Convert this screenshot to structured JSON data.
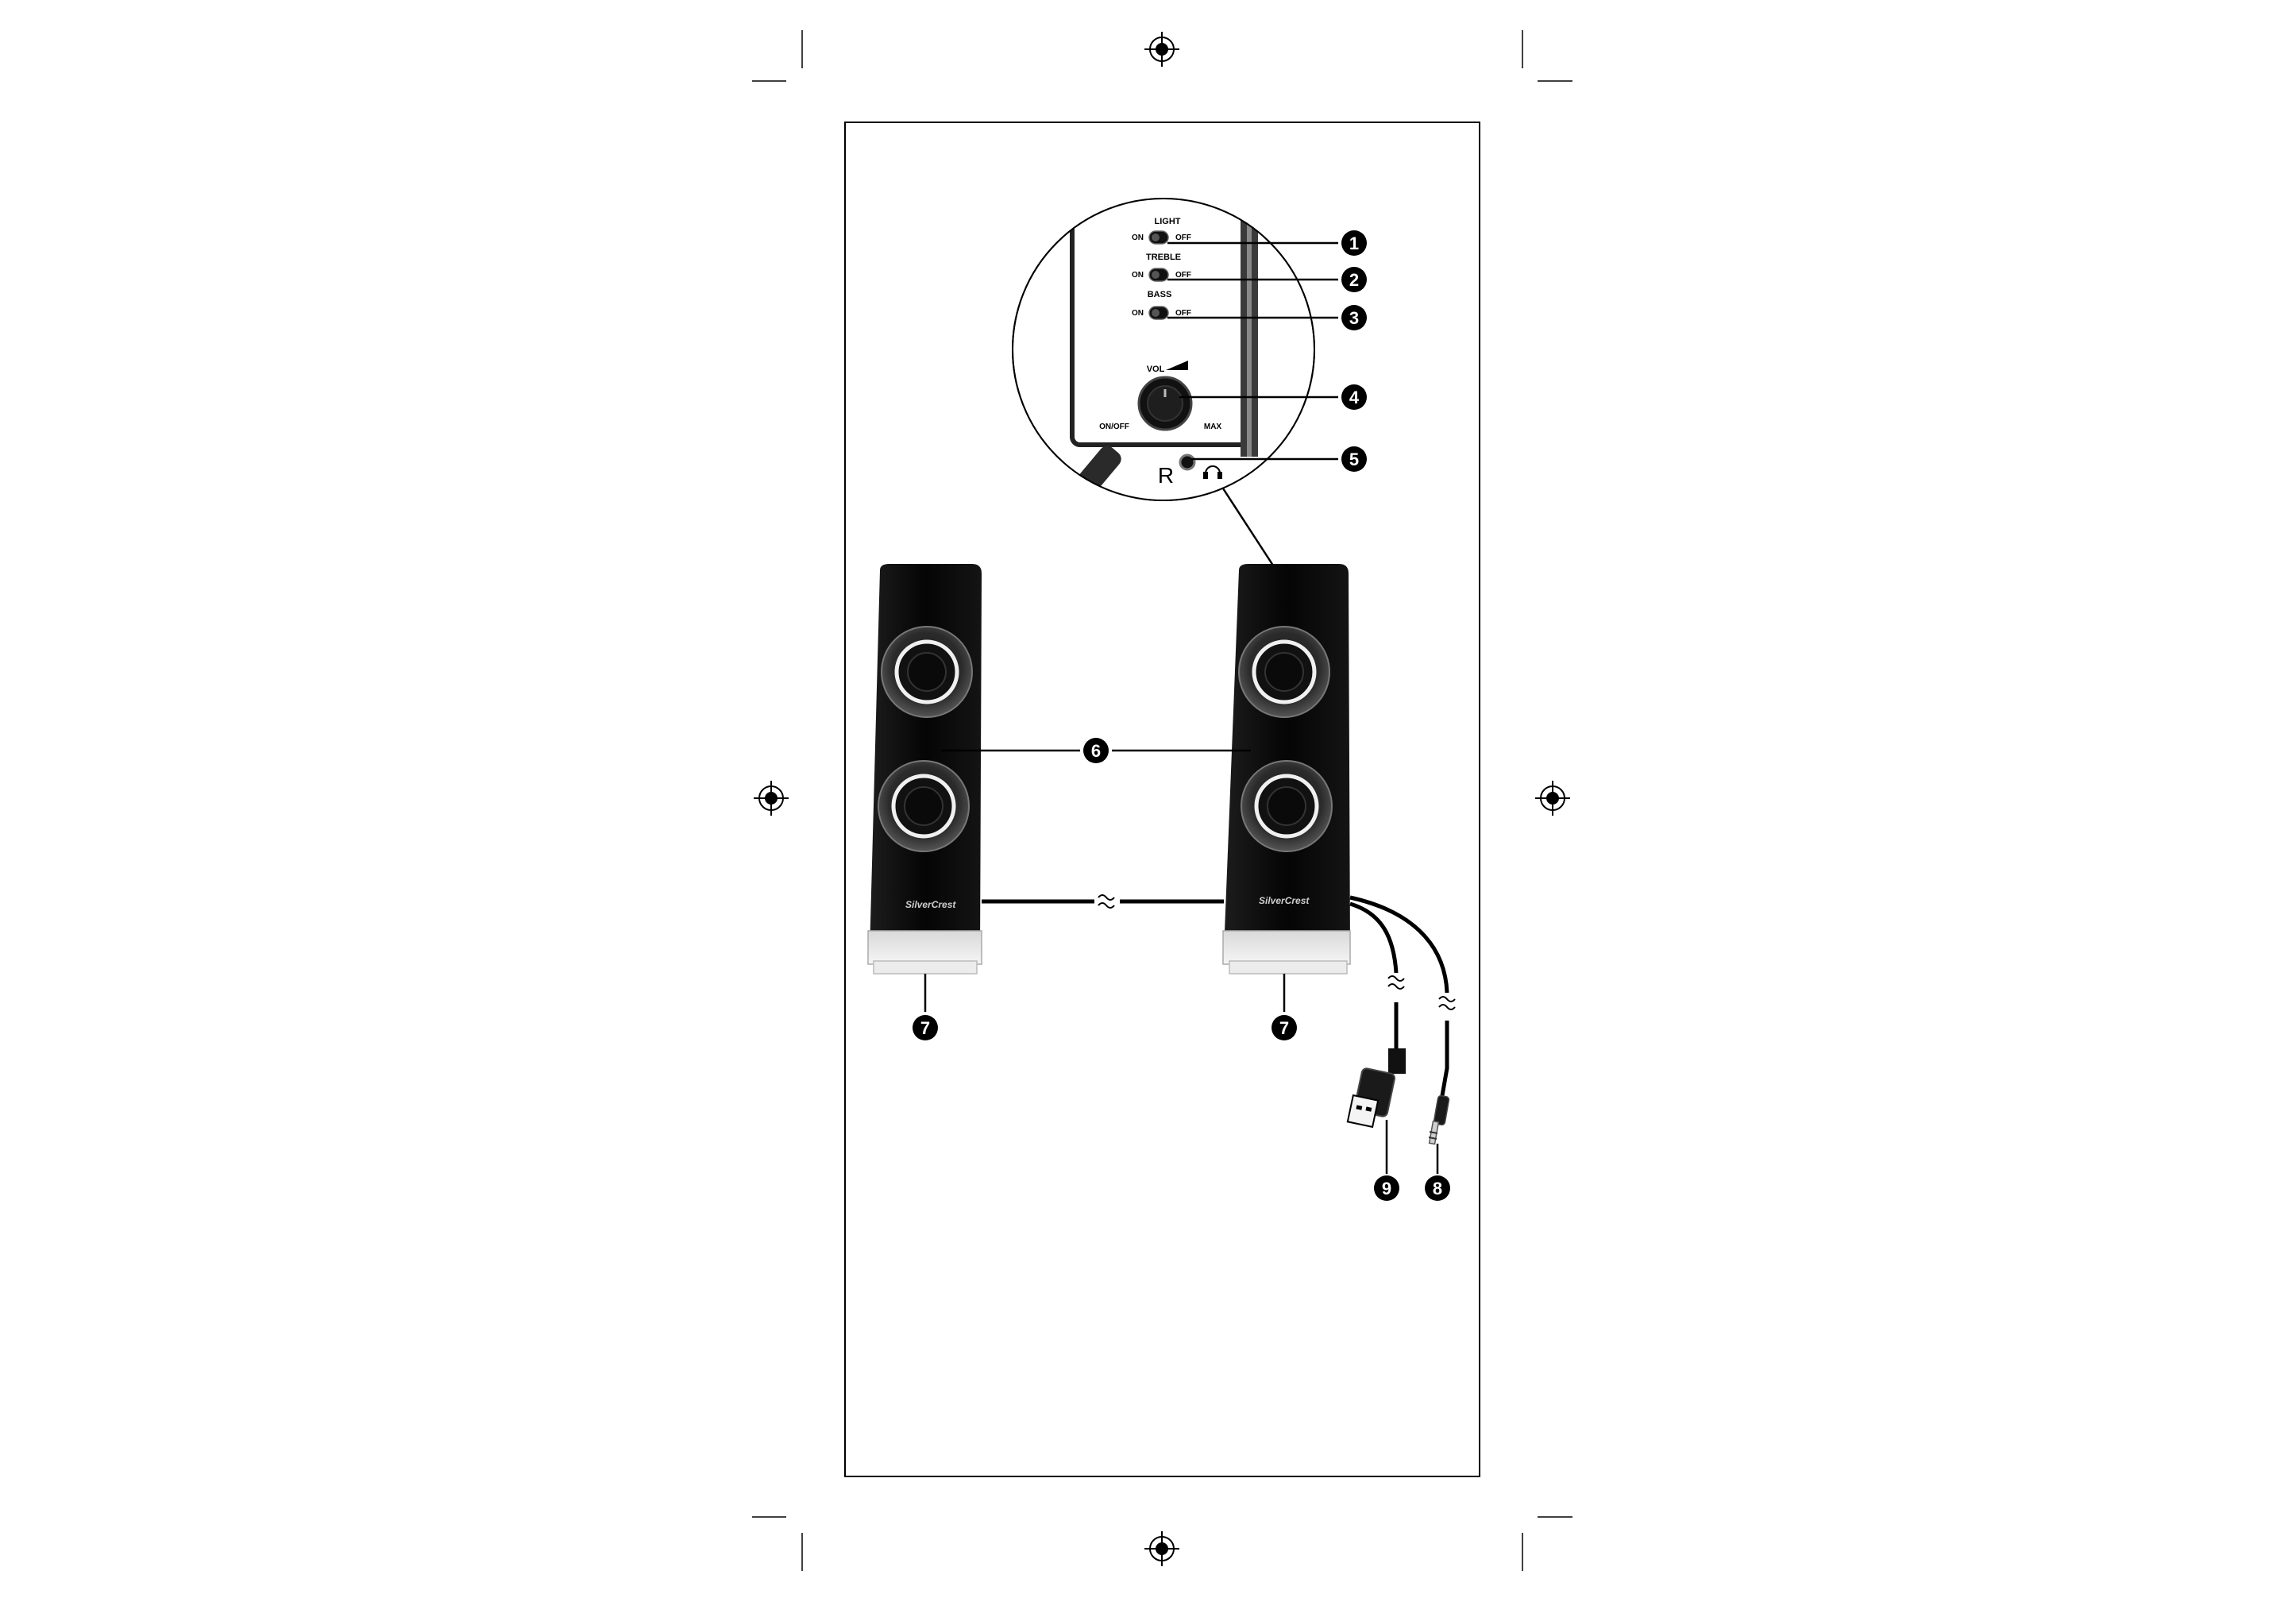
{
  "panel": {
    "labels": {
      "light": "LIGHT",
      "treble": "TREBLE",
      "bass": "BASS",
      "on": "ON",
      "off": "OFF",
      "vol": "VOL",
      "onoff": "ON/OFF",
      "max": "MAX",
      "channel": "R"
    }
  },
  "brand": "SilverCrest",
  "callouts": {
    "c1": "1",
    "c2": "2",
    "c3": "3",
    "c4": "4",
    "c5": "5",
    "c6": "6",
    "c7a": "7",
    "c7b": "7",
    "c8": "8",
    "c9": "9"
  },
  "colors": {
    "speaker": "#0d0d0d",
    "callout_fill": "#000000",
    "callout_text": "#ffffff",
    "line": "#000000"
  }
}
